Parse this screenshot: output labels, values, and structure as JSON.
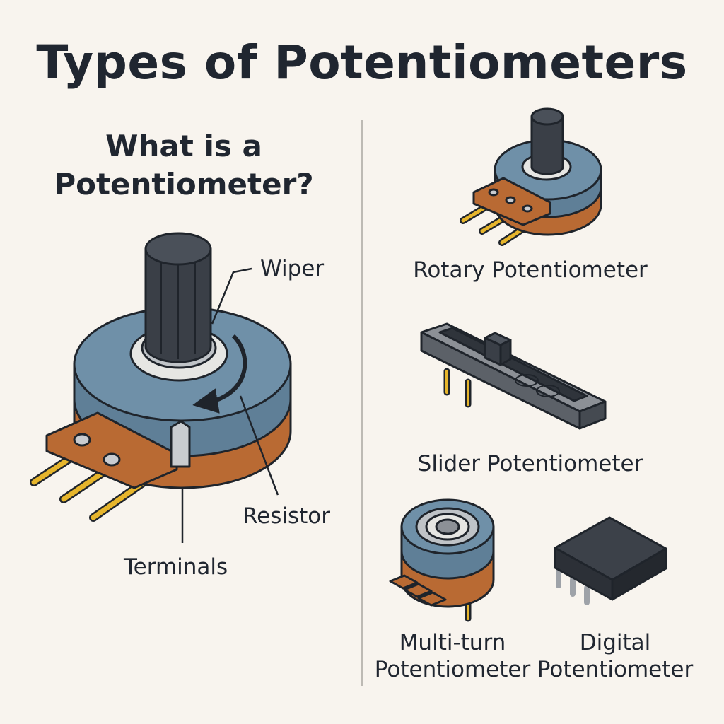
{
  "title": "Types of Potentiometers",
  "left_panel": {
    "heading_line1": "What is a",
    "heading_line2": "Potentiometer?",
    "labels": {
      "wiper": "Wiper",
      "resistor": "Resistor",
      "terminals": "Terminals"
    }
  },
  "right_panel": {
    "rotary": "Rotary Potentiometer",
    "slider": "Slider Potentiometer",
    "multiturn_line1": "Multi-turn",
    "multiturn_line2": "Potentiometer",
    "digital_line1": "Digital",
    "digital_line2": "Potentiometer"
  },
  "colors": {
    "background": "#f8f4ee",
    "body_blue": "#5f7f97",
    "body_copper": "#b96a33",
    "knob": "#3a3f47",
    "pin_gold": "#e6b52c",
    "outline": "#1f242b"
  }
}
